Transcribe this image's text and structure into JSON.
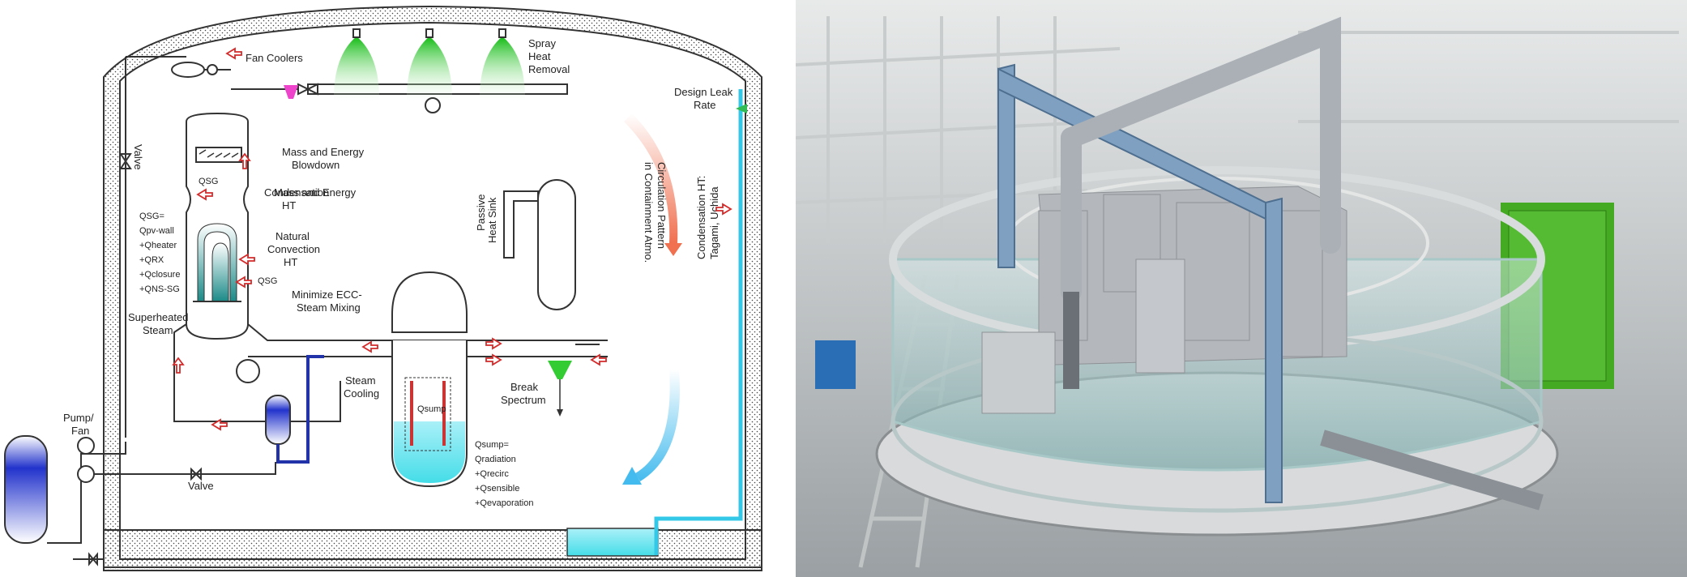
{
  "diagram": {
    "labels": {
      "fan_coolers": "Fan Coolers",
      "spray_line1": "Spray",
      "spray_line2": "Heat",
      "spray_line3": "Removal",
      "design_leak_line1": "Design Leak",
      "design_leak_line2": "Rate",
      "valve_vertical": "Valve",
      "mass_energy_line1": "Mass and Energy",
      "mass_energy_line2": "Blowdown",
      "q_sg": "QSG",
      "condensation_ht_line1": "Condensation",
      "condensation_ht_line2": "HT",
      "q_list_left": [
        "QSG=",
        "Qpv-wall",
        "+Qheater",
        "+QRX",
        "+Qclosure",
        "+QNS-SG"
      ],
      "natural_convection_line1": "Natural",
      "natural_convection_line2": "Convection",
      "natural_convection_line3": "HT",
      "q_sg_lower": "QSG",
      "minimize_ecc_line1": "Minimize ECC-",
      "minimize_ecc_line2": "Steam Mixing",
      "superheated_line1": "Superheated",
      "superheated_line2": "Steam",
      "passive_heat_sink_line1": "Passive",
      "passive_heat_sink_line2": "Heat Sink",
      "circulation_line1": "Circulation Pattern",
      "circulation_line2": "in Containment Atmo.",
      "cond_ht_right_line1": "Condensation HT:",
      "cond_ht_right_line2": "Tagami, Uchida",
      "steam_cooling_line1": "Steam",
      "steam_cooling_line2": "Cooling",
      "break_spectrum_line1": "Break",
      "break_spectrum_line2": "Spectrum",
      "q_sump": "Qsump",
      "q_list_bottom": [
        "Qsump=",
        "Qradiation",
        "+Qrecirc",
        "+Qsensible",
        "+Qevaporation"
      ],
      "pump_fan_line1": "Pump/",
      "pump_fan_line2": "Fan",
      "valve_bottom": "Valve"
    }
  },
  "colors": {
    "spray_green": "#22cc22",
    "water_blue": "#2244cc",
    "sump_cyan": "#55ddee",
    "flow_red": "#d42a2a",
    "orange_gradient": "#f08060"
  },
  "photo": {
    "description_icon": "facility-photo"
  }
}
